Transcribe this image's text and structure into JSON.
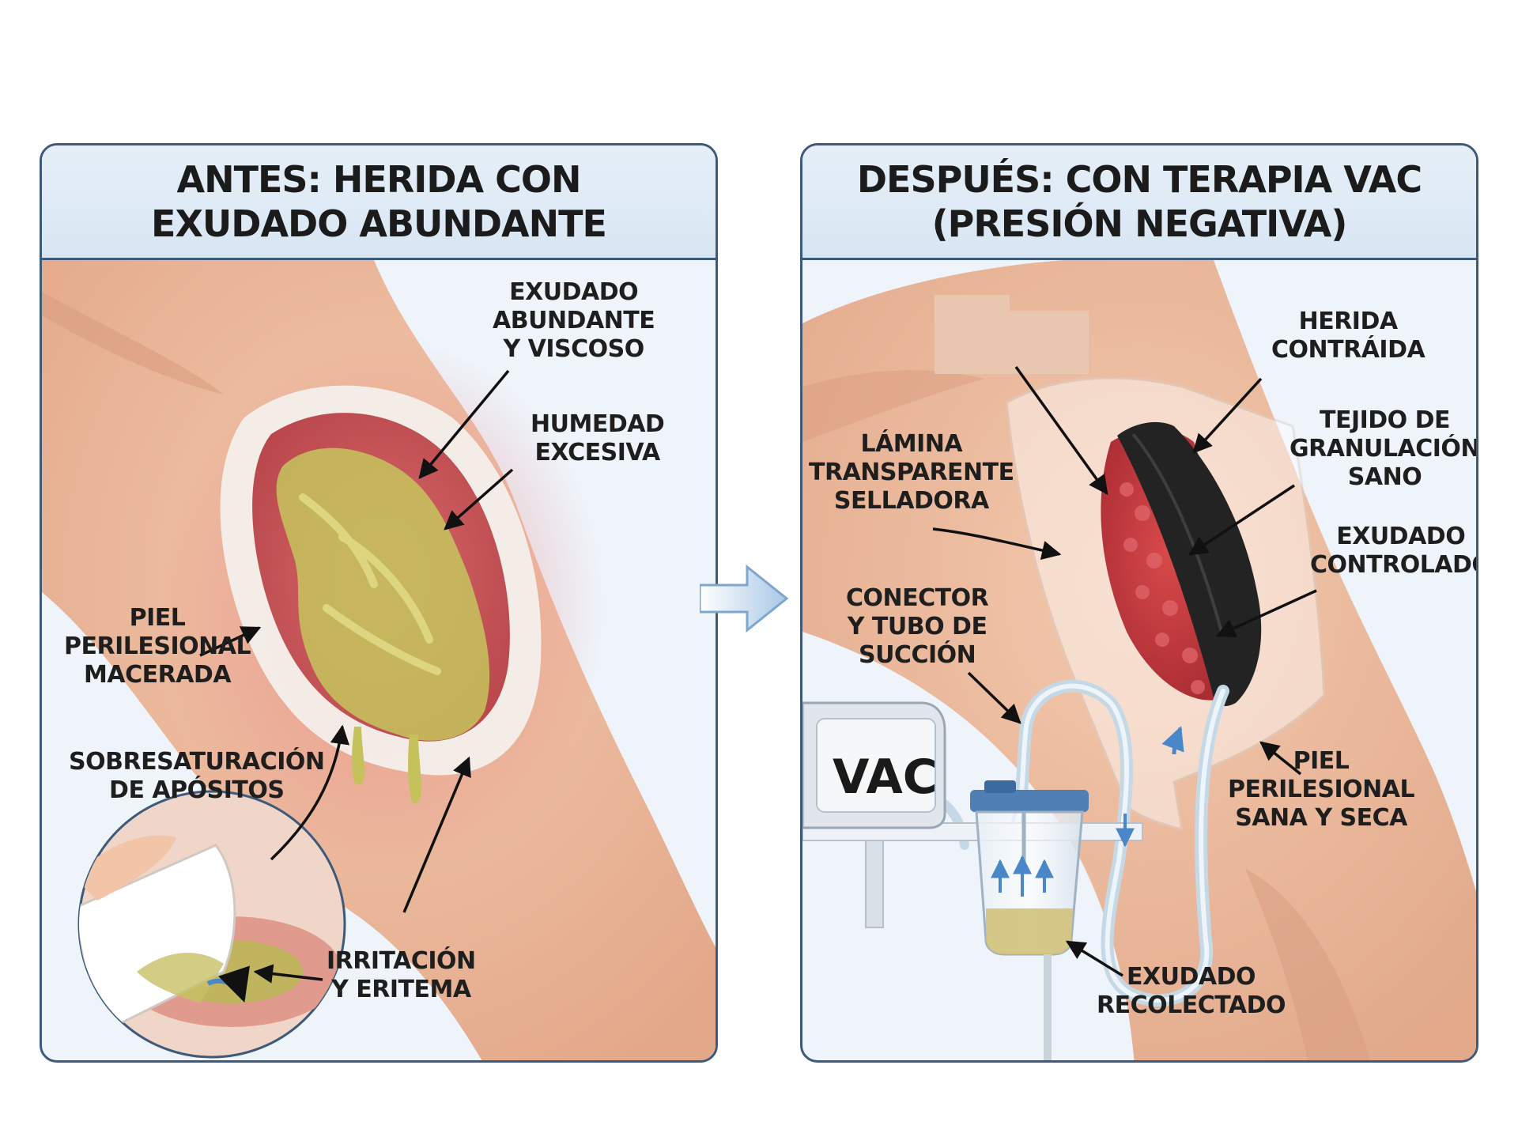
{
  "before": {
    "title_line1": "ANTES: HERIDA CON",
    "title_line2": "EXUDADO ABUNDANTE",
    "labels": {
      "exudate": [
        "EXUDADO",
        "ABUNDANTE",
        "Y VISCOSO"
      ],
      "humidity": [
        "HUMEDAD",
        "EXCESIVA"
      ],
      "skin": [
        "PIEL",
        "PERILESIONAL",
        "MACERADA"
      ],
      "oversaturation": [
        "SOBRESATURACIÓN",
        "DE APÓSITOS"
      ],
      "irritation": [
        "IRRITACIÓN",
        "Y ERITEMA"
      ]
    }
  },
  "after": {
    "title_line1": "DESPUÉS: CON TERAPIA VAC",
    "title_line2": "(PRESIÓN NEGATIVA)",
    "labels": {
      "wound": [
        "HERIDA",
        "CONTRÁIDA"
      ],
      "granulation": [
        "TEJIDO DE",
        "GRANULACIÓN",
        "SANO"
      ],
      "film": [
        "LÁMINA",
        "TRANSPARENTE",
        "SELLADORA"
      ],
      "controlled": [
        "EXUDADO",
        "CONTROLADO"
      ],
      "connector": [
        "CONECTOR",
        "Y TUBO DE",
        "SUCCIÓN"
      ],
      "healthy_skin": [
        "PIEL",
        "PERILESIONAL",
        "SANA Y SECA"
      ],
      "collected": [
        "EXUDADO",
        "RECOLECTADO"
      ]
    },
    "device_label": "VAC"
  },
  "colors": {
    "frame": "#3d5a7a",
    "header_bg": "#dde9f5",
    "skin": "#ecb89b",
    "exudate": "#c5c25c",
    "granulation": "#c8343a",
    "foam": "#232323"
  }
}
